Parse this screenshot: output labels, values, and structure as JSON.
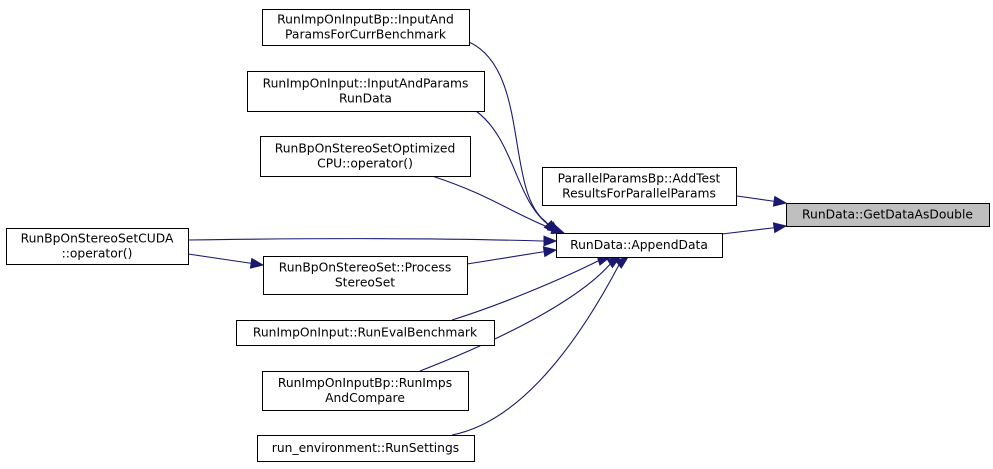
{
  "graph": {
    "nodes": [
      {
        "id": "input_and_params_curr",
        "lines": [
          "RunImpOnInputBp::InputAnd",
          "ParamsForCurrBenchmark"
        ],
        "selected": false
      },
      {
        "id": "input_and_params_rundata",
        "lines": [
          "RunImpOnInput::InputAndParams",
          "RunData"
        ],
        "selected": false
      },
      {
        "id": "stereo_optimized_cpu",
        "lines": [
          "RunBpOnStereoSetOptimized",
          "CPU::operator()"
        ],
        "selected": false
      },
      {
        "id": "add_test_results",
        "lines": [
          "ParallelParamsBp::AddTest",
          "ResultsForParallelParams"
        ],
        "selected": false
      },
      {
        "id": "get_data_as_double",
        "lines": [
          "RunData::GetDataAsDouble"
        ],
        "selected": true
      },
      {
        "id": "stereo_cuda",
        "lines": [
          "RunBpOnStereoSetCUDA",
          "::operator()"
        ],
        "selected": false
      },
      {
        "id": "append_data",
        "lines": [
          "RunData::AppendData"
        ],
        "selected": false
      },
      {
        "id": "process_stereo_set",
        "lines": [
          "RunBpOnStereoSet::Process",
          "StereoSet"
        ],
        "selected": false
      },
      {
        "id": "run_eval_benchmark",
        "lines": [
          "RunImpOnInput::RunEvalBenchmark"
        ],
        "selected": false
      },
      {
        "id": "run_imps_and_compare",
        "lines": [
          "RunImpOnInputBp::RunImps",
          "AndCompare"
        ],
        "selected": false
      },
      {
        "id": "run_settings",
        "lines": [
          "run_environment::RunSettings"
        ],
        "selected": false
      }
    ],
    "edges": [
      {
        "from": "add_test_results",
        "to": "get_data_as_double"
      },
      {
        "from": "append_data",
        "to": "get_data_as_double"
      },
      {
        "from": "input_and_params_curr",
        "to": "append_data"
      },
      {
        "from": "input_and_params_rundata",
        "to": "append_data"
      },
      {
        "from": "stereo_optimized_cpu",
        "to": "append_data"
      },
      {
        "from": "stereo_cuda",
        "to": "append_data"
      },
      {
        "from": "stereo_cuda",
        "to": "process_stereo_set"
      },
      {
        "from": "process_stereo_set",
        "to": "append_data"
      },
      {
        "from": "run_eval_benchmark",
        "to": "append_data"
      },
      {
        "from": "run_imps_and_compare",
        "to": "append_data"
      },
      {
        "from": "run_settings",
        "to": "append_data"
      }
    ],
    "colors": {
      "edge": "#191970",
      "node_border": "#000000",
      "node_fill": "#ffffff",
      "selected_fill": "#bfbfbf"
    }
  }
}
